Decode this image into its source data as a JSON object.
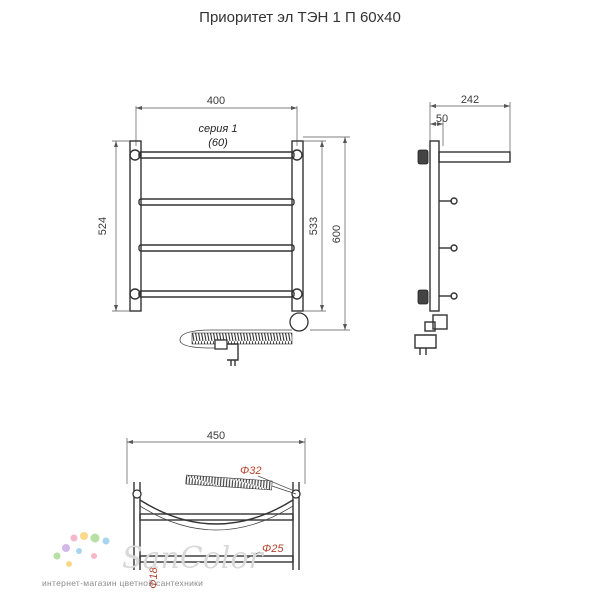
{
  "title": "Приоритет эл ТЭН 1 П 60х40",
  "front_view": {
    "width_label": "400",
    "series_label": "серия 1",
    "series_sub_label": "(60)",
    "height_outer_label": "524",
    "height_inner_label": "533",
    "height_total_label": "600"
  },
  "side_view": {
    "depth_label": "242",
    "offset_label": "50"
  },
  "bottom_view": {
    "width_label": "450",
    "heater_diameter_label": "Φ32",
    "rail_diameter_label": "Φ25",
    "post_diameter_label": "Φ18"
  },
  "watermark": {
    "logo_text": "SanColor",
    "tagline": "интернет-магазин цветной сантехники",
    "dot_colors": [
      "#f5b8c8",
      "#f9d98a",
      "#b7e0a5",
      "#a9d4f0",
      "#d3b8ea"
    ]
  }
}
